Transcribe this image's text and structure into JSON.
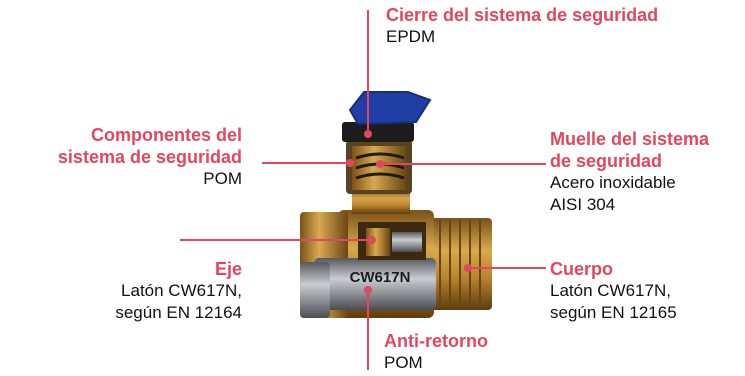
{
  "colors": {
    "accent": "#e2475e",
    "leader": "#e2475e",
    "brass": "#b8842e",
    "steel": "#8a8f96",
    "handle": "#1f3fa6",
    "black": "#1c1c1c"
  },
  "valve": {
    "stamp": "CW617N"
  },
  "labels": {
    "cierre": {
      "title": "Cierre del sistema de seguridad",
      "material": "EPDM"
    },
    "componentes": {
      "title_line1": "Componentes del",
      "title_line2": "sistema de seguridad",
      "material": "POM"
    },
    "muelle": {
      "title_line1": "Muelle del sistema",
      "title_line2": "de seguridad",
      "material_line1": "Acero inoxidable",
      "material_line2": "AISI 304"
    },
    "eje": {
      "title": "Eje",
      "material_line1": "Latón CW617N,",
      "material_line2": "según EN 12164"
    },
    "cuerpo": {
      "title": "Cuerpo",
      "material_line1": "Latón CW617N,",
      "material_line2": "según EN 12165"
    },
    "antiretorno": {
      "title": "Anti-retorno",
      "material": "POM"
    }
  }
}
